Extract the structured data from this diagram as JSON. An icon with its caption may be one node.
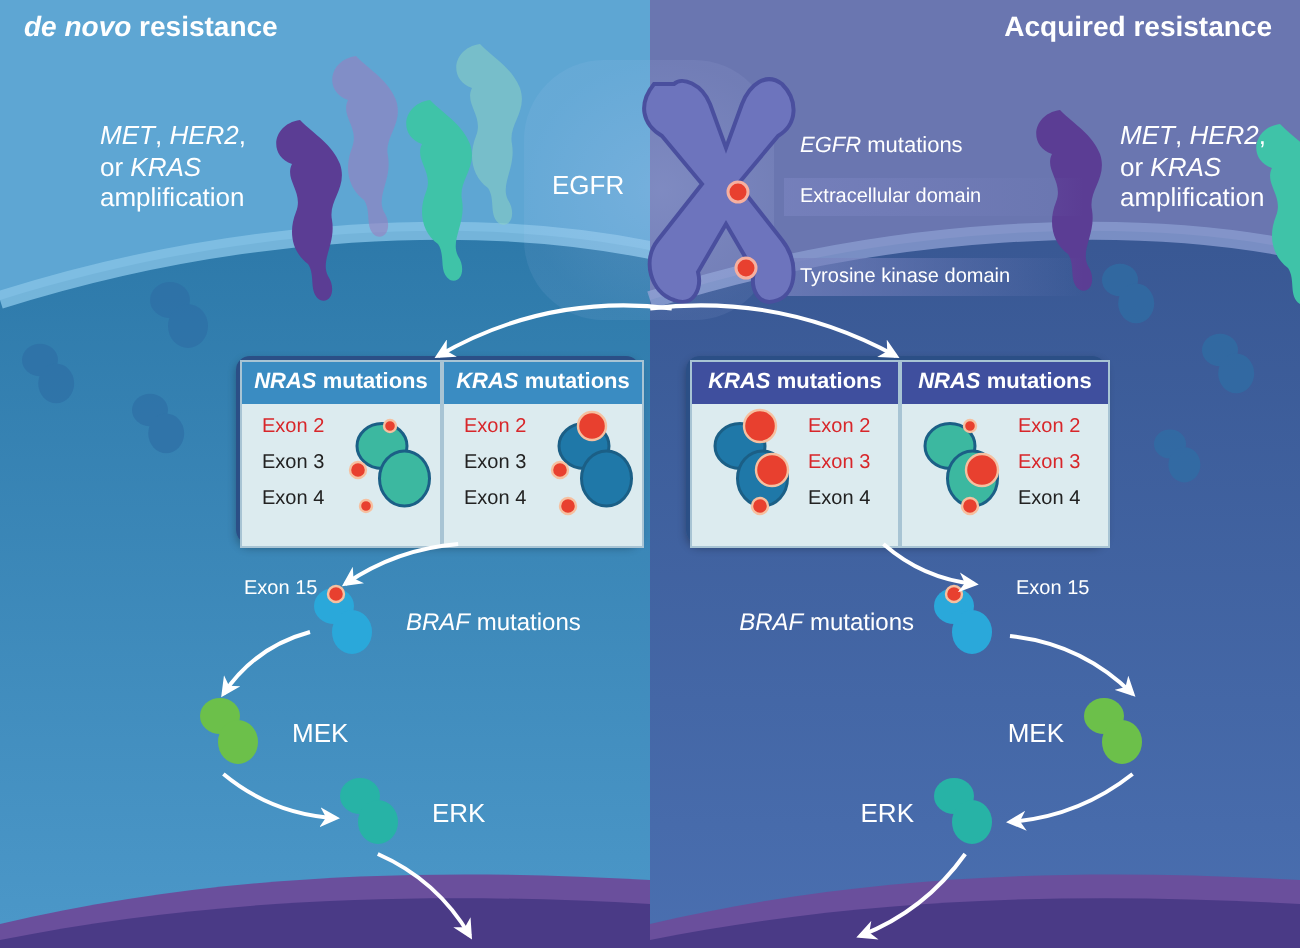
{
  "diagram": {
    "nodes": [
      {
        "text": [
          "*de novo* resistance"
        ]
      },
      {
        "text": [
          "Acquired resistance"
        ]
      },
      {
        "text": [
          "EGFR"
        ]
      },
      {
        "text": [
          "*EGFR* mutations",
          "Extracellular domain",
          "Tyrosine kinase domain"
        ],
        "in": 1
      },
      {
        "text": [],
        "shape": "box",
        "in": 0
      },
      {
        "text": [
          "*NRAS* mutations",
          "Exon 2",
          "Exon 3",
          "Exon 4"
        ],
        "in": 4
      },
      {
        "text": [
          "*KRAS* mutations",
          "Exon 2",
          "Exon 3",
          "Exon 4"
        ],
        "in": 4
      },
      {
        "text": [
          "*BRAF* mutations"
        ],
        "beside": [
          "Exon 15"
        ],
        "in": 0
      },
      {
        "text": [
          "MEK"
        ],
        "in": 0
      },
      {
        "text": [
          "ERK"
        ],
        "in": 0
      },
      {
        "text": [],
        "shape": "box",
        "in": 1
      },
      {
        "text": [
          "*KRAS* mutations",
          "Exon 2",
          "Exon 3",
          "Exon 4"
        ],
        "in": 10
      },
      {
        "text": [
          "*NRAS* mutations",
          "Exon 2",
          "Exon 3",
          "Exon 4"
        ],
        "in": 10
      },
      {
        "text": [
          "*BRAF* mutations"
        ],
        "beside": [
          "Exon 15"
        ],
        "in": 1
      },
      {
        "text": [
          "MEK"
        ],
        "in": 1
      },
      {
        "text": [
          "ERK"
        ],
        "in": 1
      }
    ],
    "edges": [
      {
        "from": 2,
        "to": 4,
        "arrow": "to"
      },
      {
        "from": 4,
        "to": 7,
        "arrow": "to"
      },
      {
        "from": 7,
        "to": 8,
        "arrow": "to"
      },
      {
        "from": 8,
        "to": 9,
        "arrow": "to"
      },
      {
        "from": 9,
        "to": null,
        "arrow": "to"
      },
      {
        "from": 2,
        "to": 10,
        "arrow": "to"
      },
      {
        "from": 10,
        "to": 13,
        "arrow": "to"
      },
      {
        "from": 13,
        "to": 14,
        "arrow": "to"
      },
      {
        "from": 14,
        "to": 15,
        "arrow": "to"
      },
      {
        "from": 15,
        "to": null,
        "arrow": "to"
      }
    ],
    "labels": [
      "*MET*, *HER2*, or *KRAS* amplification",
      "*MET*, *HER2*, or *KRAS* amplification"
    ]
  }
}
